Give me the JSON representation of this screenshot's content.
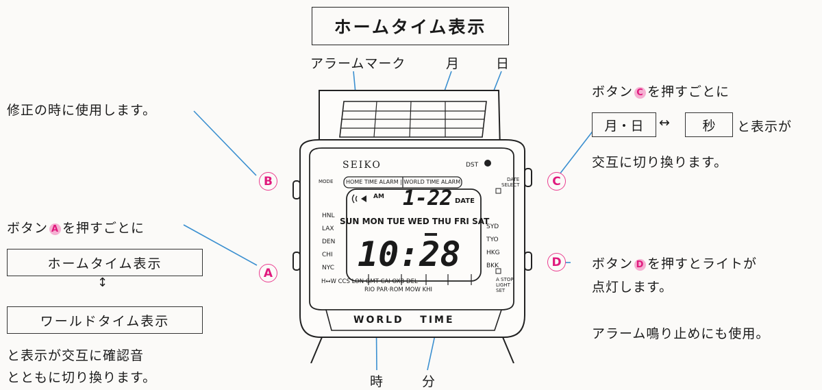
{
  "title": "ホームタイム表示",
  "labels": {
    "alarm_mark": "アラームマーク",
    "month": "月",
    "day": "日",
    "hour": "時",
    "minute": "分"
  },
  "left": {
    "b_note": "修正の時に使用します。",
    "a_note_pre": "ボタン",
    "a_note_post": "を押すごとに",
    "box_home": "ホームタイム表示",
    "box_world": "ワールドタイム表示",
    "footer_line1": "と表示が交互に確認音",
    "footer_line2": "とともに切り換ります。"
  },
  "right": {
    "c_note_pre": "ボタン",
    "c_note_post": "を押すごとに",
    "box_month_day": "月・日",
    "box_seconds": "秒",
    "c_note_tail": "と表示が",
    "c_note_line3": "交互に切り換ります。",
    "d_note_pre": "ボタン",
    "d_note_post": "を押すとライトが",
    "d_note_line2": "点灯します。",
    "alarm_stop_note": "アラーム鳴り止めにも使用。"
  },
  "buttons": {
    "a": "A",
    "b": "B",
    "c": "C",
    "d": "D"
  },
  "watch": {
    "brand": "SEIKO",
    "dst": "DST",
    "mode": "MODE",
    "mode_bar": "HOME TIME ALARM | WORLD TIME ALARM",
    "date_select_1": "DATE",
    "date_select_2": "SELECT",
    "am": "AM",
    "date_digits": "1-22",
    "date_label": "DATE",
    "weekdays": "SUN MON TUE WED THU FRI SAT",
    "time_digits": "10:28",
    "cities_left": [
      "HNL",
      "LAX",
      "DEN",
      "CHI",
      "NYC"
    ],
    "cities_right": [
      "SYD",
      "TYO",
      "HKG",
      "BKK"
    ],
    "bottom_row1": "H↔W   CCS  LON GMT  CAI  OXB  DEL",
    "bottom_row2": "RIO  PAR·ROM  MOW  KHI",
    "a_stop_1": "A STOP",
    "a_stop_2": "LIGHT",
    "a_stop_3": "SET",
    "world_time": "WORLD   TIME"
  },
  "colors": {
    "accent_pink": "#e0197d",
    "leader_blue": "#3a8fd0"
  }
}
